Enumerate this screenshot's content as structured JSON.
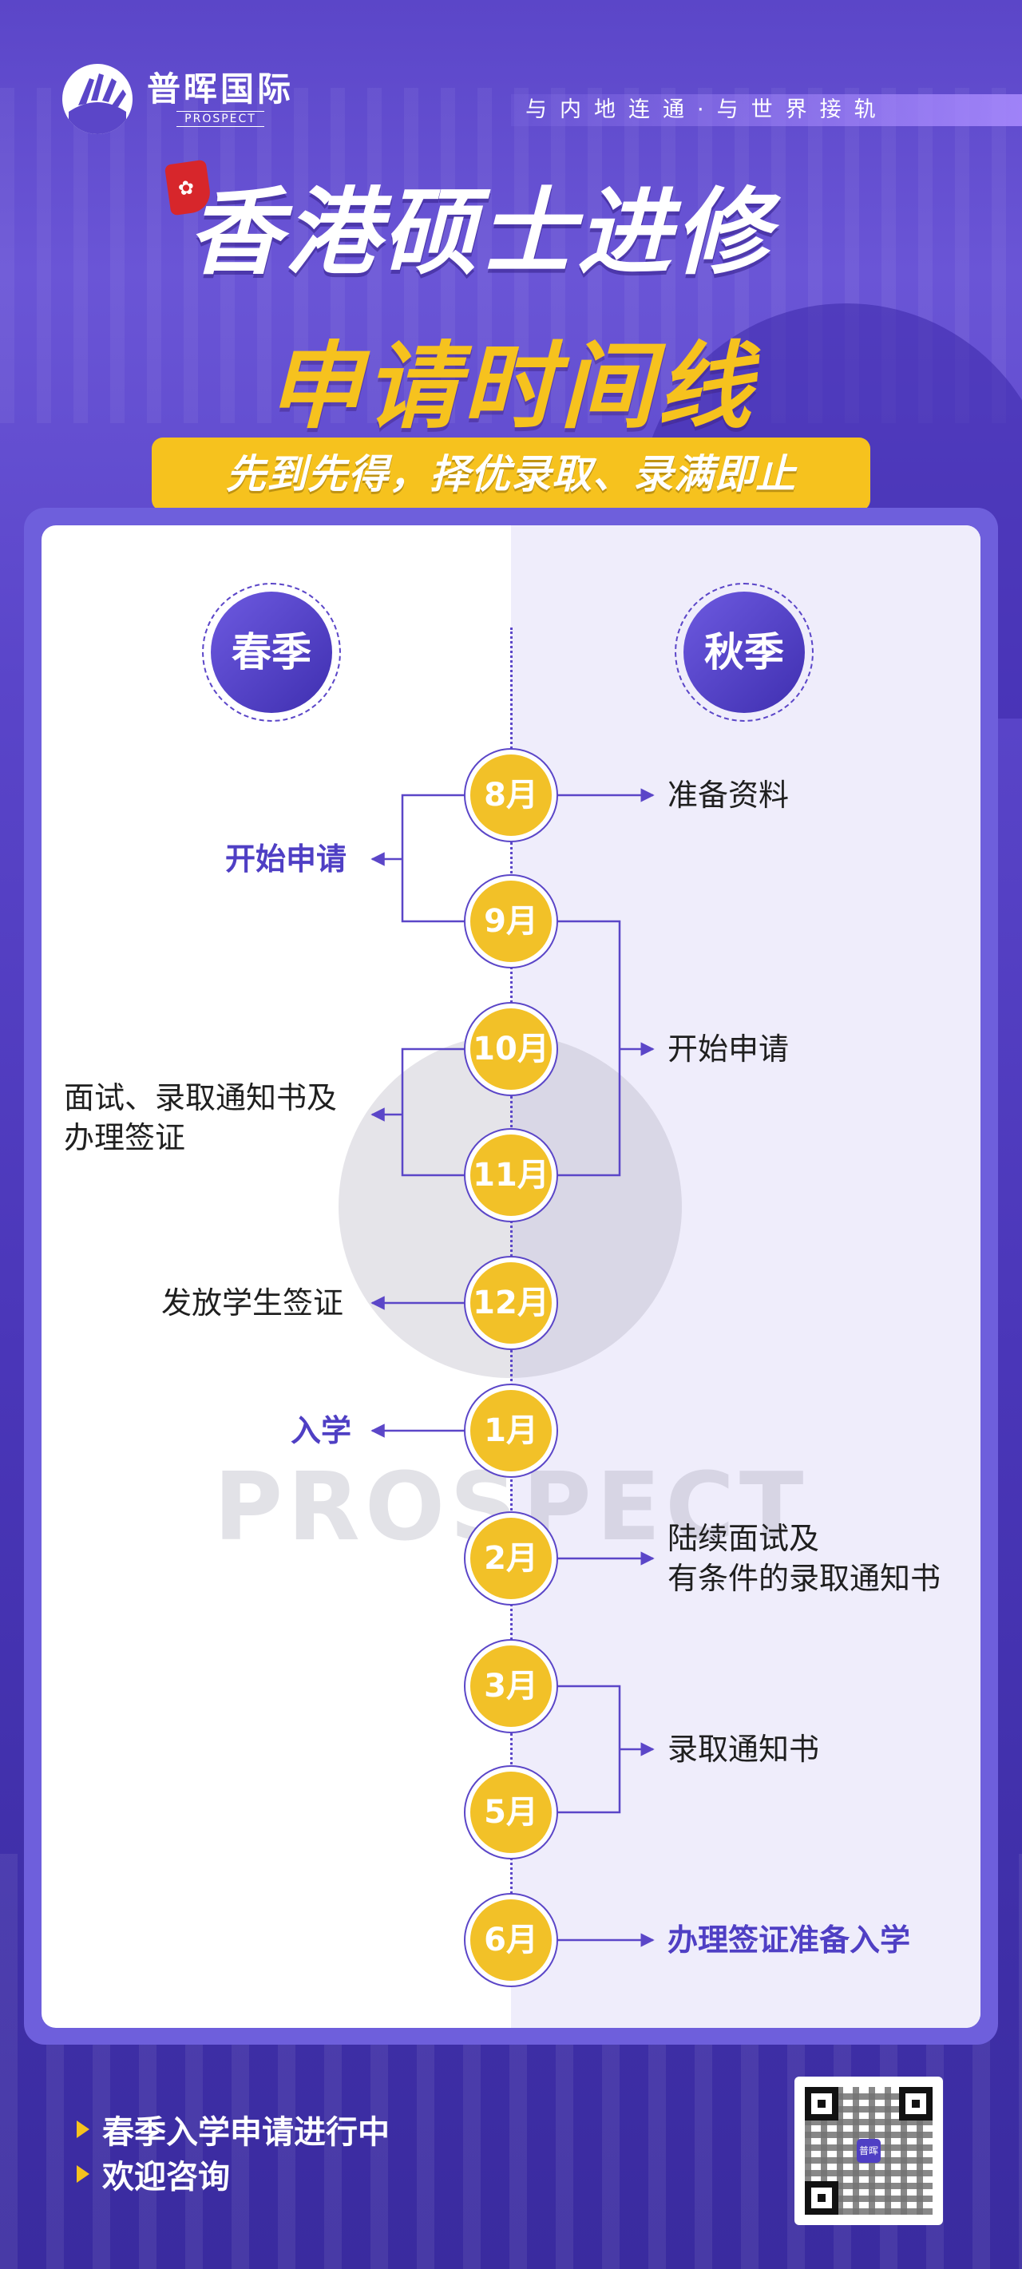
{
  "brand": {
    "name_cn": "普晖国际",
    "name_en": "PROSPECT",
    "slogan": "与内地连通·与世界接轨"
  },
  "hero": {
    "title_line1": "香港硕士进修",
    "title_line2": "申请时间线",
    "banner": "先到先得，择优录取、录满即止"
  },
  "timeline": {
    "spring_label": "春季",
    "autumn_label": "秋季",
    "months": [
      "8月",
      "9月",
      "10月",
      "11月",
      "12月",
      "1月",
      "2月",
      "3月",
      "5月",
      "6月"
    ],
    "spring_events": {
      "start": "开始申请",
      "interview_line1": "面试、录取通知书及",
      "interview_line2": "办理签证",
      "visa": "发放学生签证",
      "enroll": "入学"
    },
    "autumn_events": {
      "prepare": "准备资料",
      "start": "开始申请",
      "interview_line1": "陆续面试及",
      "interview_line2": "有条件的录取通知书",
      "offer": "录取通知书",
      "visa_enroll": "办理签证准备入学"
    },
    "watermark": "PROSPECT"
  },
  "footer": {
    "item1": "春季入学申请进行中",
    "item2": "欢迎咨询",
    "qr_center_text": "普晖"
  },
  "colors": {
    "primary": "#5b46c8",
    "accent": "#f6c21e",
    "month_fill": "#f2c128"
  }
}
